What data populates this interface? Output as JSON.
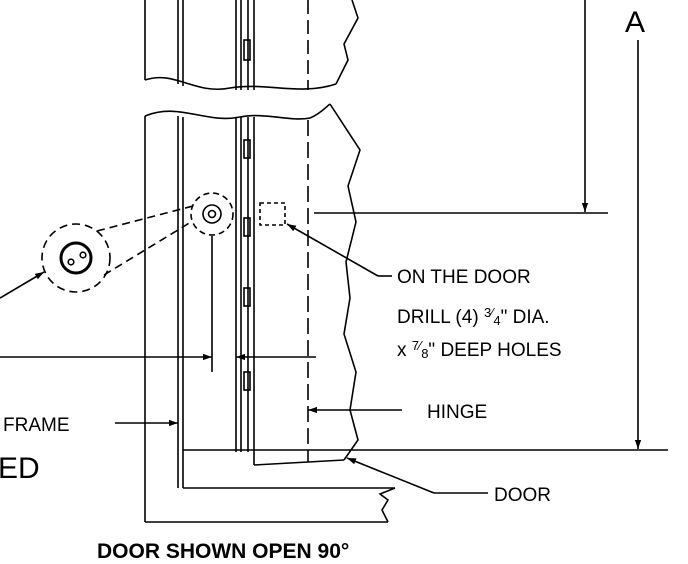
{
  "diagram": {
    "dimension_label": "A",
    "callout_door_line1": "ON THE DOOR",
    "callout_door_line2_prefix": "DRILL (4) ",
    "callout_door_line2_frac_num": "3",
    "callout_door_line2_frac_den": "4",
    "callout_door_line2_suffix": "\" DIA.",
    "callout_door_line3_prefix": "x ",
    "callout_door_line3_frac_num": "7",
    "callout_door_line3_frac_den": "8",
    "callout_door_line3_suffix": "\" DEEP HOLES",
    "label_frame": "FRAME",
    "label_hinge": "HINGE",
    "label_door": "DOOR",
    "label_cut_off": "ED",
    "caption": "DOOR SHOWN  OPEN 90°"
  }
}
